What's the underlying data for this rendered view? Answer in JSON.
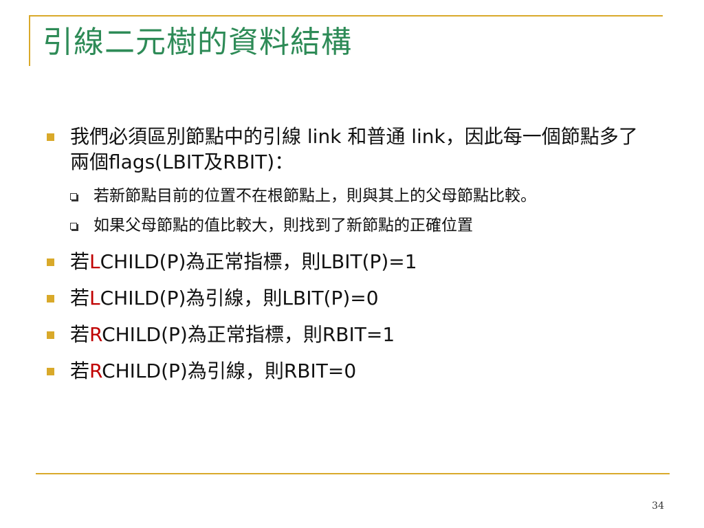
{
  "slide": {
    "title": "引線二元樹的資料結構",
    "page_number": "34"
  },
  "bullets": {
    "b1": "我們必須區別節點中的引線 link 和普通 link，因此每一個節點多了兩個flags(LBIT及RBIT)：",
    "b1_sub1": "若新節點目前的位置不在根節點上，則與其上的父母節點比較。",
    "b1_sub2": "如果父母節點的值比較大，則找到了新節點的正確位置",
    "b2": {
      "prefix": "若",
      "highlight": "L",
      "rest": "CHILD(P)為正常指標，則LBIT(P)=1"
    },
    "b3": {
      "prefix": "若",
      "highlight": "L",
      "rest": "CHILD(P)為引線，則LBIT(P)=0"
    },
    "b4": {
      "prefix": "若",
      "highlight": "R",
      "rest": "CHILD(P)為正常指標，則RBIT=1"
    },
    "b5": {
      "prefix": "若",
      "highlight": "R",
      "rest": "CHILD(P)為引線，則RBIT=0"
    }
  },
  "colors": {
    "accent_gold": "#d9a92a",
    "title_green": "#2e8b57",
    "highlight_red": "#c00000"
  }
}
